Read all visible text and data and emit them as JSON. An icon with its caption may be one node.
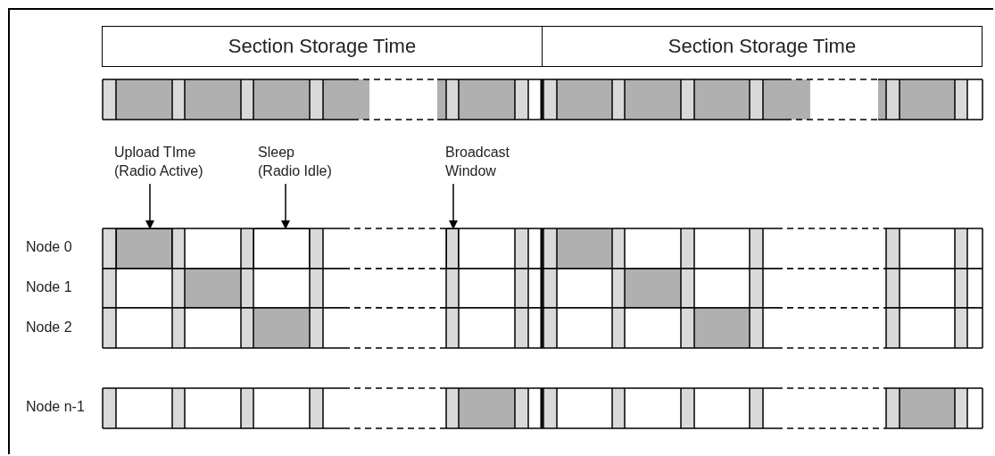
{
  "diagram": {
    "nodes": [
      {
        "text": [
          "Section Storage Time"
        ]
      },
      {
        "text": [
          "Section Storage Time"
        ]
      },
      {
        "text": [
          "Upload TIme (Radio Active)"
        ]
      },
      {
        "text": [
          "Sleep (Radio Idle)"
        ]
      },
      {
        "text": [
          "Broadcast Window"
        ]
      },
      {
        "text": [],
        "shape": "box"
      },
      {
        "text": [],
        "shape": "box"
      },
      {
        "text": [],
        "shape": "box"
      }
    ],
    "edges": [
      {
        "from": 2,
        "to": 5,
        "arrow": "to"
      },
      {
        "from": 3,
        "to": 6,
        "arrow": "to"
      },
      {
        "from": 4,
        "to": 7,
        "arrow": "to"
      }
    ],
    "labels": [
      "Node 0",
      "Node 1",
      "Node 2",
      "Node n-1"
    ]
  }
}
